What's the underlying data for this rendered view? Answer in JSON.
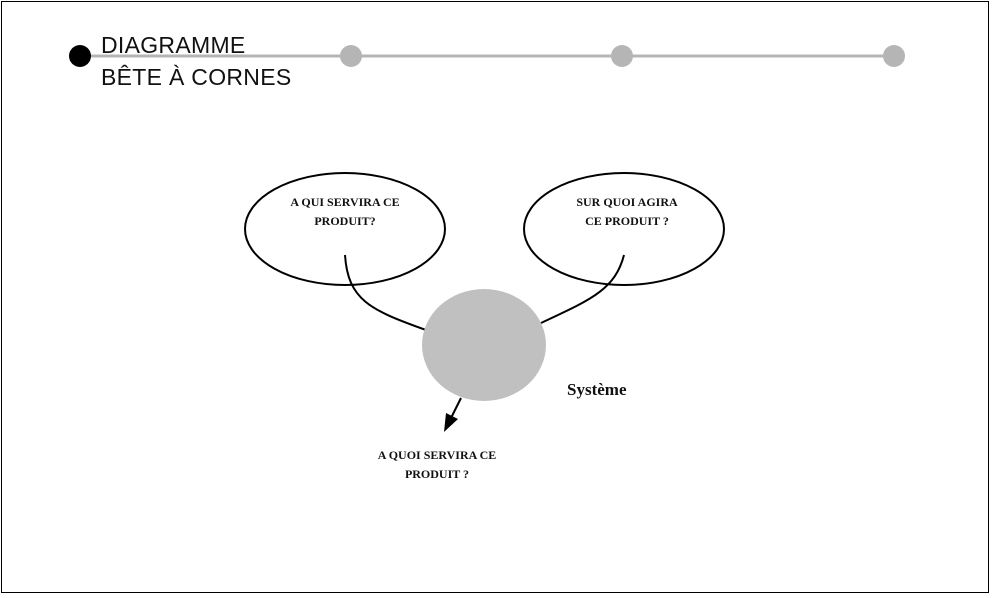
{
  "header": {
    "title_line1": "DIAGRAMME",
    "title_line2": "BÊTE À CORNES",
    "progress": {
      "current_step": 1,
      "total_steps": 4
    },
    "colors": {
      "active": "#000000",
      "inactive": "#b5b5b5",
      "track": "#b5b5b5"
    }
  },
  "diagram": {
    "left_bubble": {
      "line1": "A QUI SERVIRA CE",
      "line2": "PRODUIT?"
    },
    "right_bubble": {
      "line1": "SUR QUOI AGIRA",
      "line2": "CE PRODUIT ?"
    },
    "bottom_label": {
      "line1": "A QUOI SERVIRA CE",
      "line2": "PRODUIT ?"
    },
    "system_label": "Système",
    "colors": {
      "system_fill": "#c0c0c0",
      "stroke": "#000000"
    }
  }
}
